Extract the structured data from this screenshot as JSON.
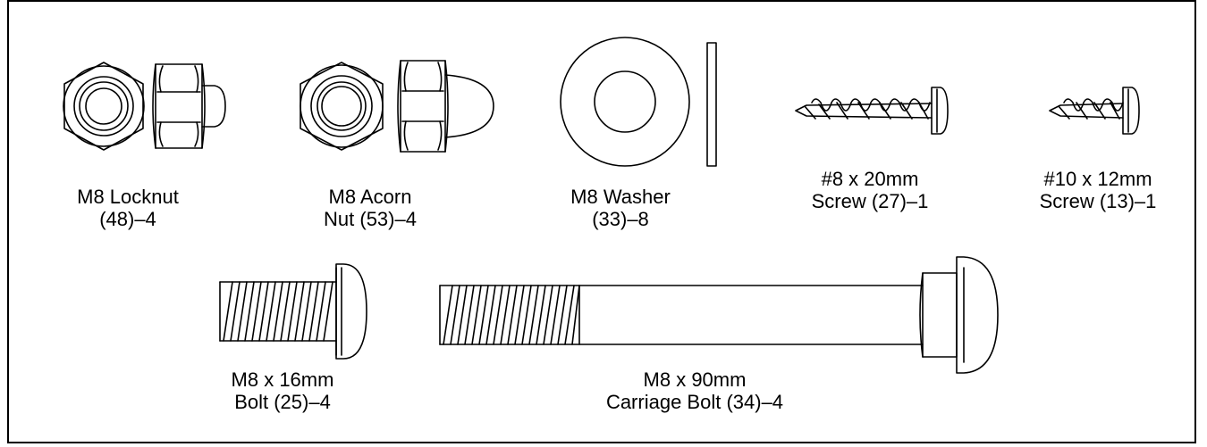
{
  "parts": [
    {
      "name_line": "M8 Locknut",
      "qty_line": "(48)–4"
    },
    {
      "name_line": "M8 Acorn",
      "qty_line": "Nut (53)–4"
    },
    {
      "name_line": "M8 Washer",
      "qty_line": "(33)–8"
    },
    {
      "name_line": "#8 x 20mm",
      "qty_line": "Screw (27)–1"
    },
    {
      "name_line": "#10 x 12mm",
      "qty_line": "Screw (13)–1"
    },
    {
      "name_line": "M8 x 16mm",
      "qty_line": "Bolt (25)–4"
    },
    {
      "name_line": "M8 x 90mm",
      "qty_line": "Carriage Bolt (34)–4"
    }
  ]
}
